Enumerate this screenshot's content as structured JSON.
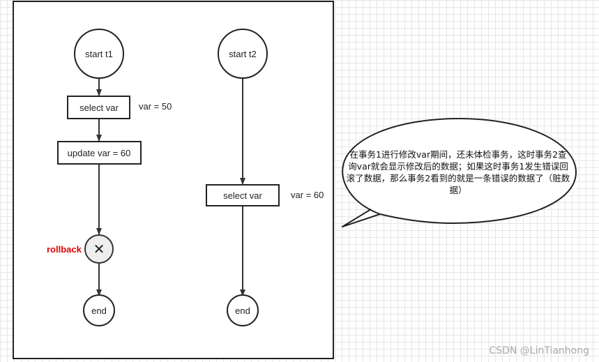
{
  "diagram": {
    "transaction1": {
      "start_label": "start t1",
      "select_label": "select var",
      "select_annotation": "var = 50",
      "update_label": "update var = 60",
      "rollback_label": "rollback",
      "rollback_symbol": "✕",
      "end_label": "end"
    },
    "transaction2": {
      "start_label": "start t2",
      "select_label": "select var",
      "select_annotation": "var = 60",
      "end_label": "end"
    },
    "callout": {
      "text": "在事务1进行修改var期间，还未体检事务，这时事务2查询var就会显示修改后的数据；如果这时事务1发生错误回滚了数据，那么事务2看到的就是一条错误的数据了（赃数据）"
    },
    "colors": {
      "rollback": "#e00000",
      "stroke": "#333333",
      "grid": "#e6e6e6"
    }
  },
  "watermark": {
    "text": "CSDN @LinTianhong"
  }
}
